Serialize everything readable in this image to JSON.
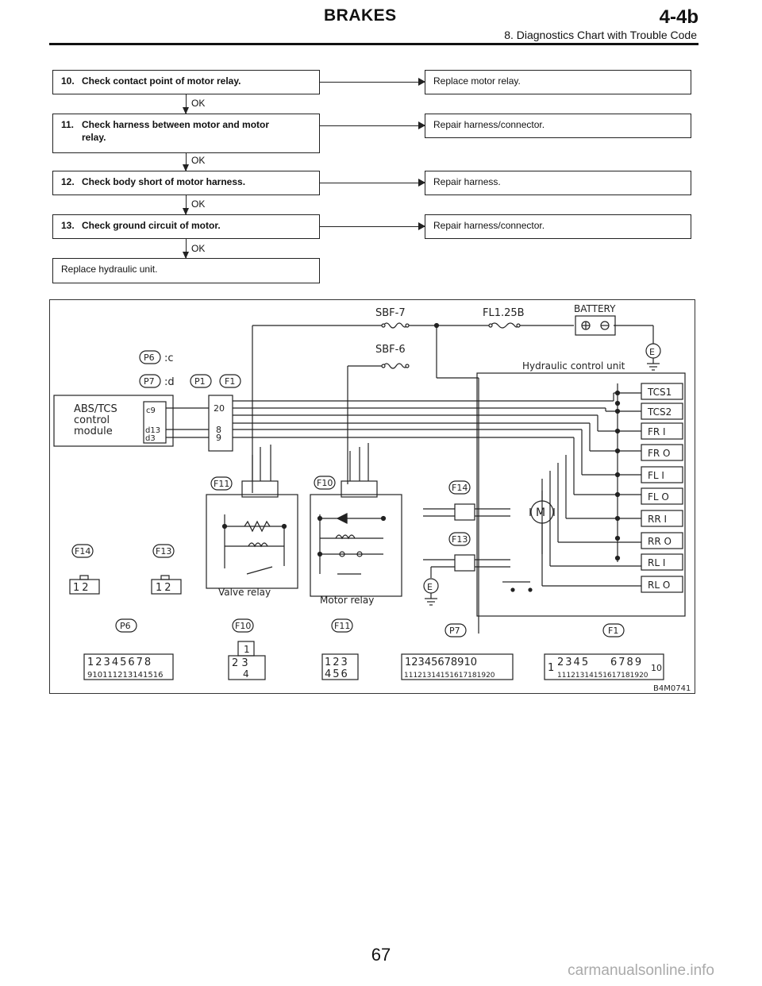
{
  "header": {
    "section": "BRAKES",
    "code": "4-4b",
    "subtitle": "8. Diagnostics Chart with Trouble Code"
  },
  "steps": [
    {
      "num": "10.",
      "text": "Check contact point of motor relay.",
      "action": "Replace motor relay.",
      "ok": "OK"
    },
    {
      "num": "11.",
      "text": "Check harness between motor and motor",
      "text2": "relay.",
      "action": "Repair harness/connector.",
      "ok": "OK"
    },
    {
      "num": "12.",
      "text": "Check body short of motor harness.",
      "action": "Repair harness.",
      "ok": "OK"
    },
    {
      "num": "13.",
      "text": "Check ground circuit of motor.",
      "action": "Repair harness/connector.",
      "ok": "OK"
    }
  ],
  "final": "Replace hydraulic unit.",
  "diagram": {
    "sbf7": "SBF-7",
    "sbf6": "SBF-6",
    "fl": "FL1.25B",
    "battery": "BATTERY",
    "ground": "E",
    "hcu": "Hydraulic control unit",
    "module_l1": "ABS/TCS",
    "module_l2": "control",
    "module_l3": "module",
    "p6": "P6",
    "p6_suffix": ":c",
    "p7": "P7",
    "p7_suffix": ":d",
    "p1": "P1",
    "f1": "F1",
    "f10": "F10",
    "f11": "F11",
    "f13": "F13",
    "f14": "F14",
    "pin_c9": "c9",
    "pin_d13": "d13",
    "pin_d3": "d3",
    "pin_20": "20",
    "pin_8": "8",
    "pin_9": "9",
    "valve_relay": "Valve relay",
    "motor_relay": "Motor relay",
    "motor": "M",
    "valves": [
      "TCS1",
      "TCS2",
      "FR I",
      "FR O",
      "FL I",
      "FL O",
      "RR I",
      "RR O",
      "RL I",
      "RL O"
    ],
    "conn_f14": "12",
    "conn_f13": "12",
    "conn_p6_top": "12345678",
    "conn_p6_bot": "910111213141516",
    "conn_f10_top": "1",
    "conn_f10_mid": "2 3",
    "conn_f10_bot": "4",
    "conn_f11_top": "123",
    "conn_f11_bot": "456",
    "conn_p7_top": "12345678910",
    "conn_p7_bot": "11121314151617181920",
    "conn_f1_left": "1",
    "conn_f1_top": "2345",
    "conn_f1_top2": "6789",
    "conn_f1_right": "10",
    "conn_f1_bot": "11121314151617181920",
    "fig_id": "B4M0741"
  },
  "page_number": "67",
  "watermark": "carmanualsonline.info"
}
